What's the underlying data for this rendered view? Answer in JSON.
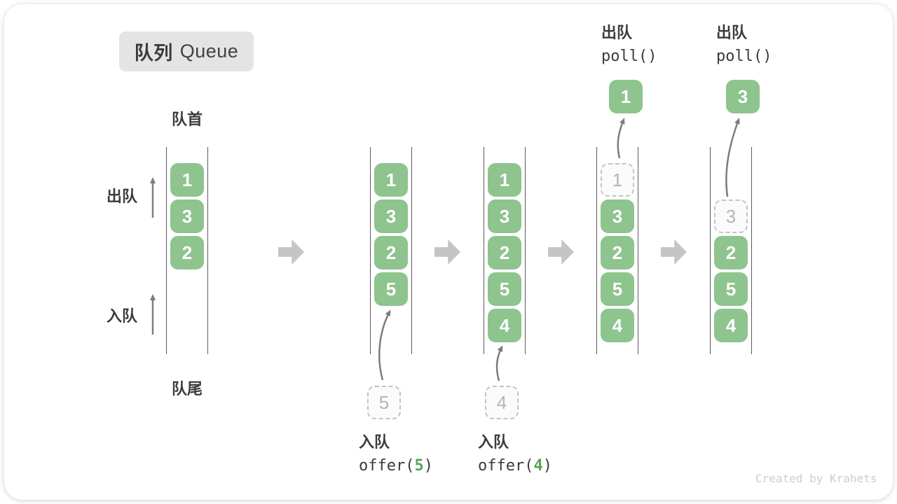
{
  "title": {
    "zh": "队列",
    "en": "Queue"
  },
  "labels": {
    "front": "队首",
    "rear": "队尾",
    "dequeue_side": "出队",
    "enqueue_side": "入队"
  },
  "columns": [
    {
      "cells": [
        "1",
        "3",
        "2"
      ]
    },
    {
      "cells": [
        "1",
        "3",
        "2",
        "5"
      ],
      "incoming": "5"
    },
    {
      "cells": [
        "1",
        "3",
        "2",
        "5",
        "4"
      ],
      "incoming": "4"
    },
    {
      "ghost": "1",
      "cells": [
        "3",
        "2",
        "5",
        "4"
      ],
      "result": "1"
    },
    {
      "ghost": "3",
      "cells": [
        "2",
        "5",
        "4"
      ],
      "result": "3"
    }
  ],
  "operations": {
    "enqueue": [
      {
        "label": "入队",
        "code_before": "offer(",
        "arg": "5",
        "code_after": ")"
      },
      {
        "label": "入队",
        "code_before": "offer(",
        "arg": "4",
        "code_after": ")"
      }
    ],
    "dequeue": [
      {
        "label": "出队",
        "code": "poll()"
      },
      {
        "label": "出队",
        "code": "poll()"
      }
    ]
  },
  "colors": {
    "cell_green": "#8ec48e",
    "code_number_green": "#57a457",
    "block_arrow_grey": "#c5c5c5",
    "badge_bg": "#e4e4e4",
    "wall_line": "#5c5c5c",
    "thin_arrow": "#7d7d7d",
    "watermark_grey": "#cccccc"
  },
  "watermark": "Created by Krahets"
}
